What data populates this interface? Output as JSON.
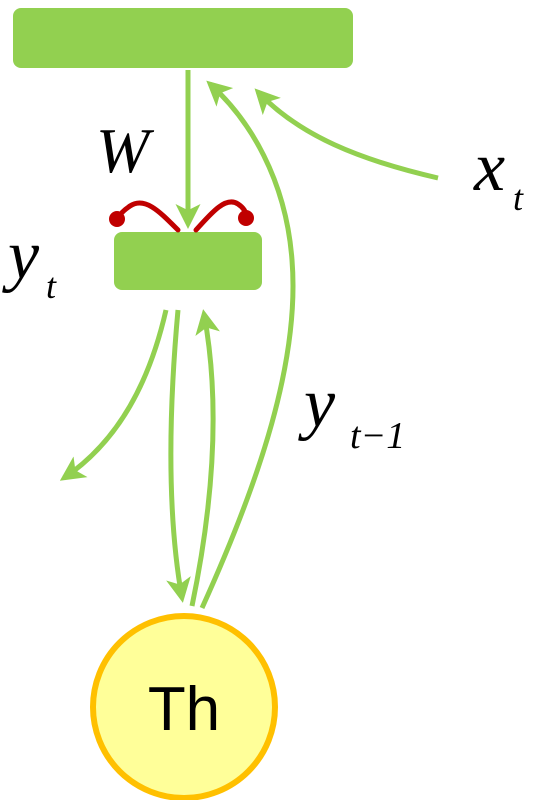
{
  "colors": {
    "green": "#92d050",
    "arrow_green": "#92d050",
    "thalamus_fill": "#ffff99",
    "thalamus_stroke": "#ffc000",
    "synapse_red": "#c00000"
  },
  "labels": {
    "weight": "W",
    "output_var": "y",
    "output_sub": "t",
    "input_var": "x",
    "input_sub": "t",
    "prev_var": "y",
    "prev_sub": "t−1",
    "node": "Th"
  }
}
